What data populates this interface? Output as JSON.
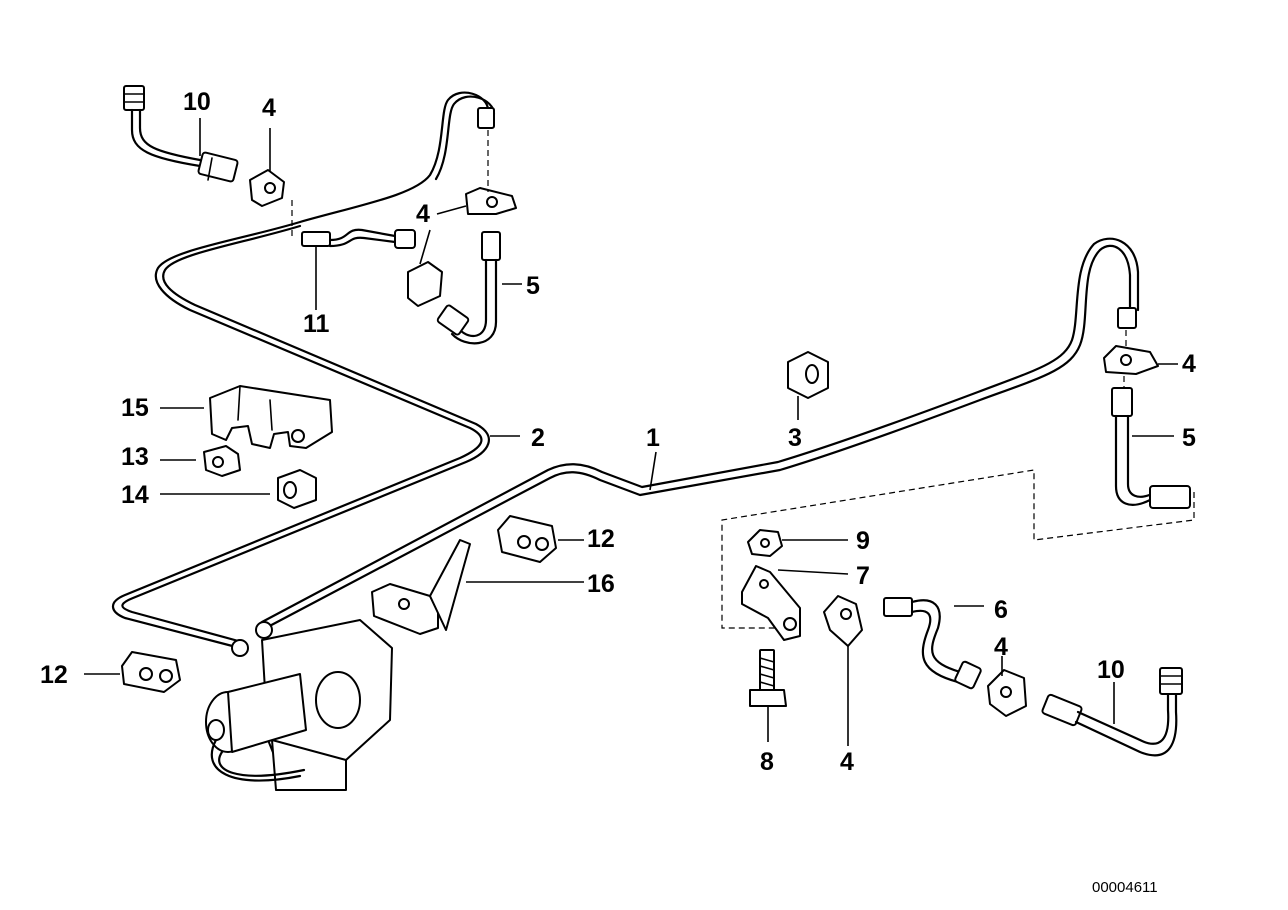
{
  "callouts": {
    "c1": "1",
    "c2": "2",
    "c3": "3",
    "c4a": "4",
    "c4b": "4",
    "c4c": "4",
    "c4d": "4",
    "c4e": "4",
    "c4f": "4",
    "c5a": "5",
    "c5b": "5",
    "c6": "6",
    "c7": "7",
    "c8": "8",
    "c9": "9",
    "c10a": "10",
    "c10b": "10",
    "c11": "11",
    "c12a": "12",
    "c12b": "12",
    "c13": "13",
    "c14": "14",
    "c15": "15",
    "c16": "16"
  },
  "drawing_number": "00004611"
}
